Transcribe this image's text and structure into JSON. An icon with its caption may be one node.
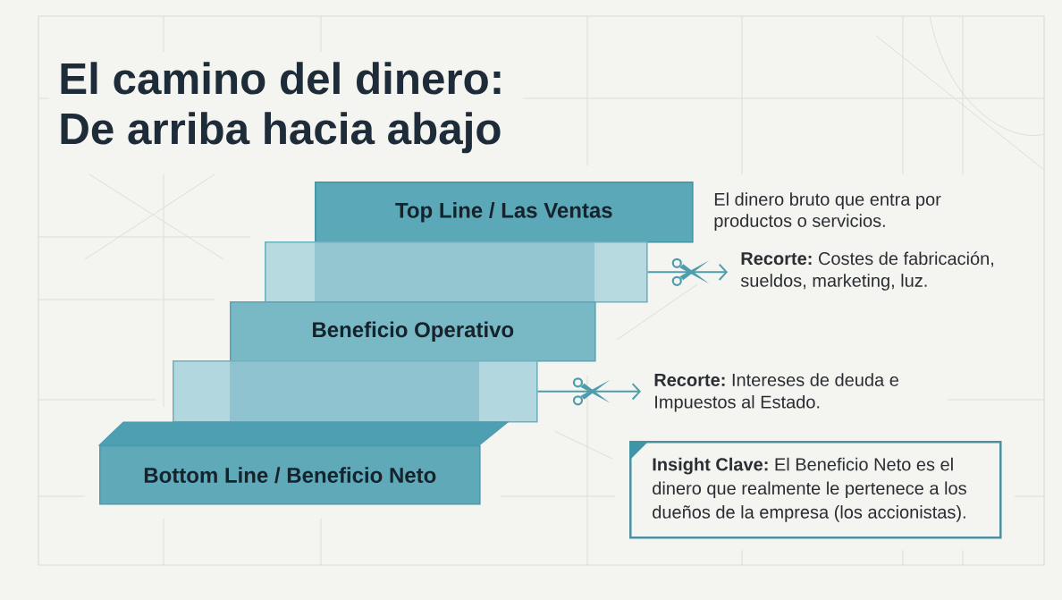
{
  "diagram": {
    "title": "El camino del dinero: De arriba hacia abajo",
    "nodes": [
      {
        "text": [
          "Top Line / Las Ventas"
        ],
        "beside": [
          "El dinero bruto que entra por productos o servicios."
        ]
      },
      {
        "text": [],
        "shape": "box"
      },
      {
        "text": [
          "Beneficio Operativo"
        ]
      },
      {
        "text": [],
        "shape": "box"
      },
      {
        "text": [
          "Bottom Line / Beneficio Neto"
        ]
      },
      {
        "text": [
          "**Recorte:** Costes de fabricación, sueldos, marketing, luz."
        ]
      },
      {
        "text": [
          "**Recorte:** Intereses de deuda e Impuestos al Estado."
        ]
      },
      {
        "text": [
          "**Insight Clave:** El Beneficio Neto es el dinero que realmente le pertenece a los dueños de la empresa (los accionistas)."
        ]
      }
    ],
    "edges": [
      {
        "from": 1,
        "to": 5,
        "arrow": "to"
      },
      {
        "from": 3,
        "to": 6,
        "arrow": "to"
      }
    ]
  }
}
